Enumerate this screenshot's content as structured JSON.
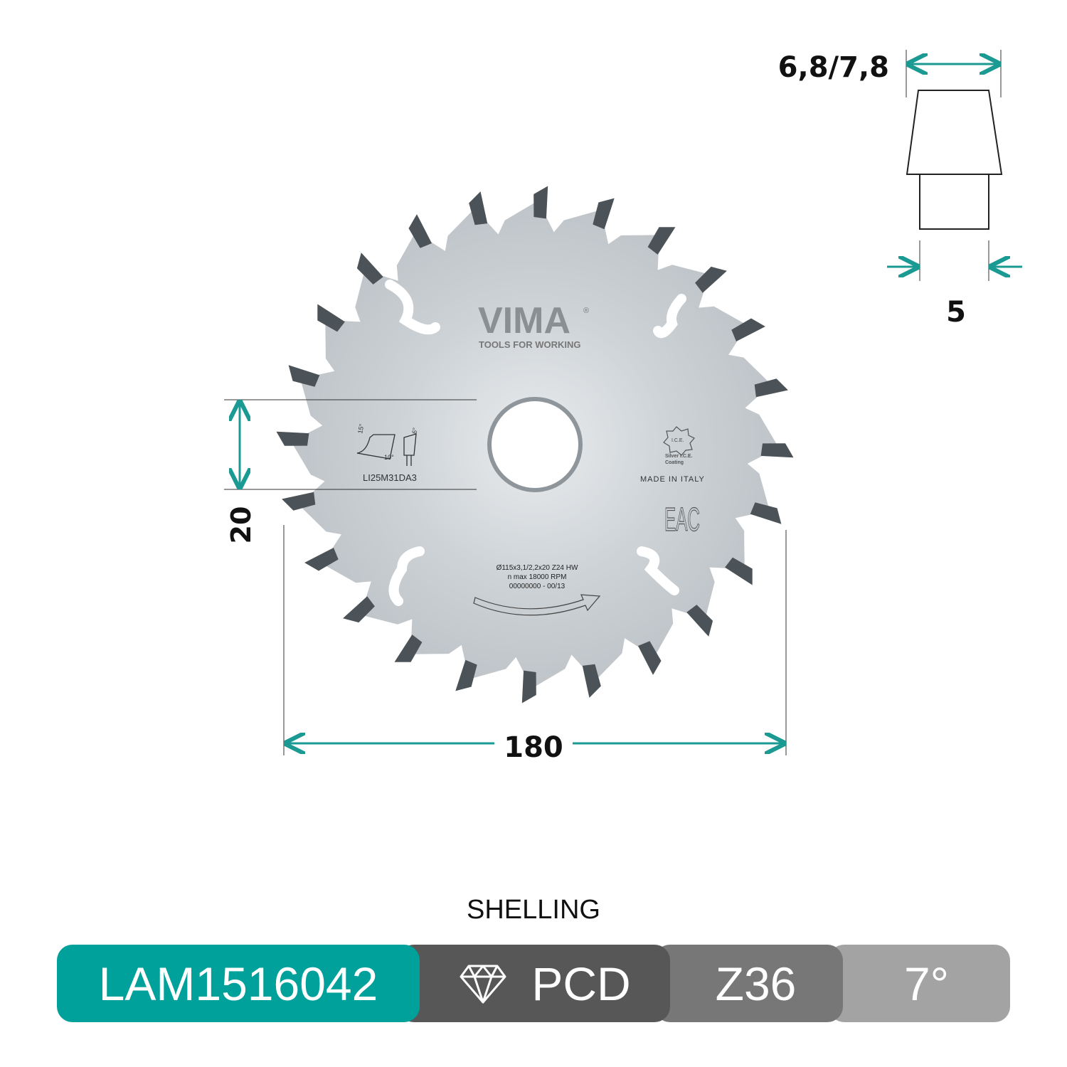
{
  "brand": {
    "logo": "VIMA",
    "registered": "®",
    "tagline": "TOOLS FOR WORKING"
  },
  "blade": {
    "tooth_count": 24,
    "code": "LI25M31DA3",
    "angles": {
      "hook": "15°",
      "clearance": "10°",
      "bevel": "6°"
    },
    "coating_logo": "I.C.E.",
    "coating_text_1": "Silver I.C.E.",
    "coating_text_2": "Coating",
    "origin": "MADE IN ITALY",
    "cert_mark": "EAC",
    "spec_line_1": "Ø115x3,1/2,2x20 Z24 HW",
    "spec_line_2": "n max 18000 RPM",
    "spec_line_3": "00000000 - 00/13"
  },
  "dimensions": {
    "bore": "20",
    "diameter": "180",
    "kerf": "6,8/7,8",
    "body": "5"
  },
  "category": "SHELLING",
  "specs_bar": [
    {
      "label": "LAM1516042",
      "color": "#00a19a"
    },
    {
      "label": "PCD",
      "icon": "diamond-icon",
      "color": "#575757"
    },
    {
      "label": "Z36",
      "color": "#777777"
    },
    {
      "label": "7°",
      "color": "#a3a3a3"
    }
  ],
  "colors": {
    "accent": "#1a9a93",
    "tooth": "#4b5358",
    "blade": "#cfd4d8"
  }
}
